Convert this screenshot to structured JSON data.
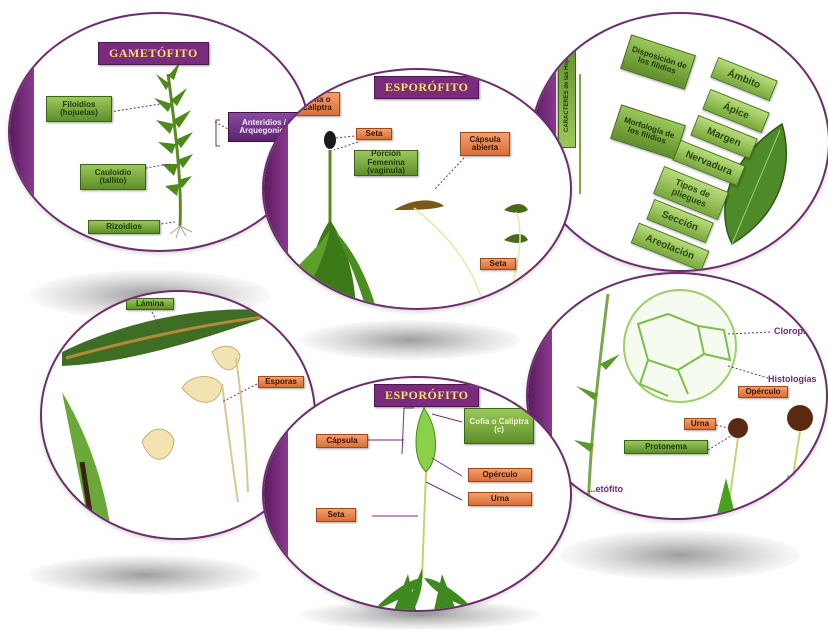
{
  "panels": {
    "gametofito": {
      "title": "GAMETÓFITO",
      "labels": [
        "Filoidios (hojuelas)",
        "Cauloidio (tallito)",
        "Rizoidios"
      ],
      "purple_label": "Anteridios / Arquegonios"
    },
    "esporofito_top": {
      "title": "ESPORÓFITO",
      "labels": [
        "Cofia o Caliptra",
        "Seta",
        "Porción Femenina (vaginula)",
        "Cápsula abierta",
        "Seta"
      ]
    },
    "hojas": {
      "vertical_labels": [
        "CARACTERES de las Hojas",
        "Disposición de los filidios",
        "Morfología de los filidios"
      ],
      "tilted_labels": [
        "Ámbito",
        "Ápice",
        "Margen",
        "Nervadura",
        "Tipos de pliegues",
        "Sección",
        "Areolación"
      ]
    },
    "lamina": {
      "labels": [
        "Lámina",
        "Esporas"
      ]
    },
    "esporofito_bottom": {
      "title": "ESPORÓFITO",
      "labels": [
        "Cápsula",
        "Cofia o Caliptra (c)",
        "Opérculo",
        "Urna",
        "Seta"
      ]
    },
    "protonema": {
      "labels": [
        "Cloroplasto",
        "Histologías",
        "Opérculo",
        "Urna",
        "Protonema"
      ],
      "caption": "...etófito"
    }
  },
  "colors": {
    "purple": "#7a2b7e",
    "gold": "#f3e06a",
    "green_label": "#7fb040",
    "orange_label": "#e8844a",
    "border": "#6b2d6b"
  }
}
